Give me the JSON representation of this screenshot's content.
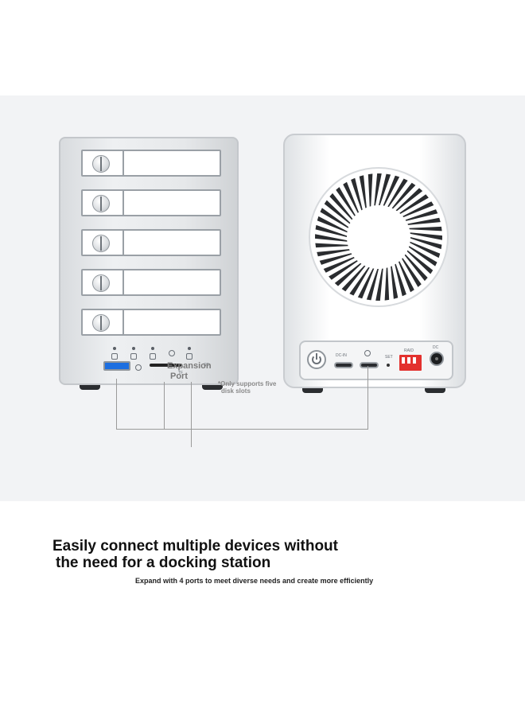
{
  "front": {
    "bay_count": 5,
    "ports": {
      "tf_label": "TF",
      "sd_label": "SD"
    }
  },
  "back": {
    "port_labels": {
      "dc_in": "DC-IN",
      "set": "SET",
      "raid": "RAID",
      "dc": "DC"
    }
  },
  "colors": {
    "usb_port_blue": "#1d6fe0",
    "dip_switch_red": "#e3312e",
    "background": "#f2f3f5"
  },
  "callout": {
    "label_line1": "Expansion",
    "label_line2": "Port",
    "note_line1": "*Only supports five",
    "note_line2": "disk slots"
  },
  "headline": {
    "line1": "Easily connect multiple devices without",
    "line2": "the need for a docking station"
  },
  "subline": "Expand with 4 ports to meet diverse needs and create more efficiently"
}
